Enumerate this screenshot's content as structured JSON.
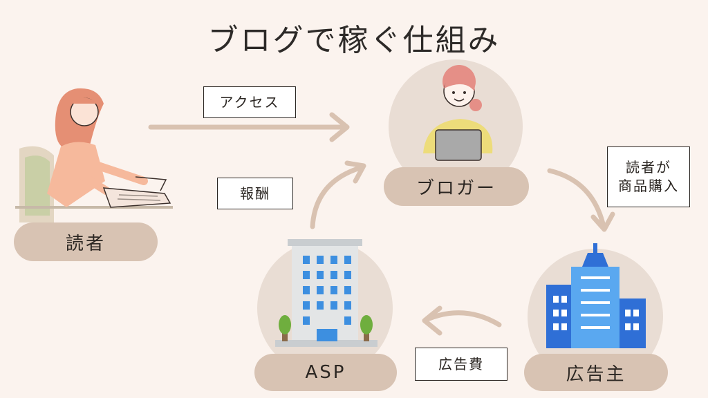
{
  "title": "ブログで稼ぐ仕組み",
  "nodes": {
    "reader": {
      "label": "読者"
    },
    "blogger": {
      "label": "ブロガー"
    },
    "advertiser": {
      "label": "広告主"
    },
    "asp": {
      "label": "ASP"
    }
  },
  "edges": {
    "access": {
      "label": "アクセス"
    },
    "purchase": {
      "line1": "読者が",
      "line2": "商品購入"
    },
    "ad_fee": {
      "label": "広告費"
    },
    "reward": {
      "label": "報酬"
    }
  },
  "colors": {
    "background": "#fbf3ee",
    "pill": "#d8c3b3",
    "arrow": "#d9c2b1",
    "circle": "#e9ddd4"
  }
}
